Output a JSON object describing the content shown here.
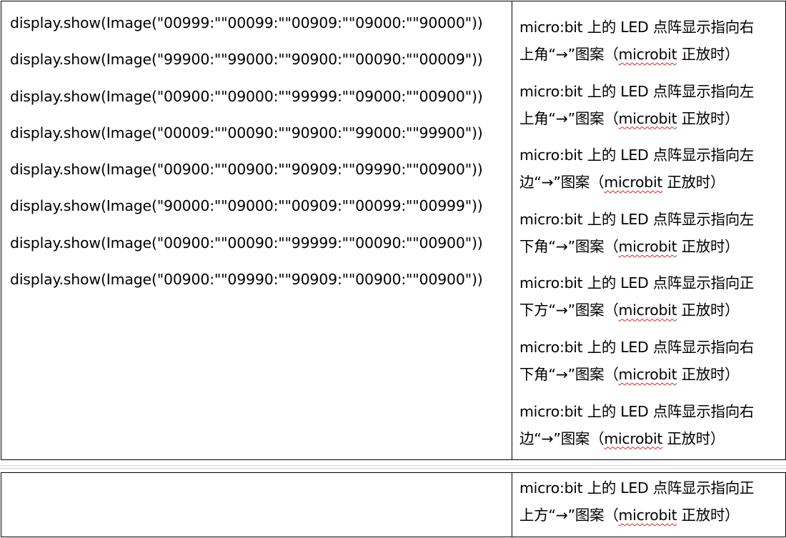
{
  "code_lines": [
    "display.show(Image(\"00999:\"\"00099:\"\"00909:\"\"09000:\"\"90000\"))",
    "display.show(Image(\"99900:\"\"99000:\"\"90900:\"\"00090:\"\"00009\"))",
    "display.show(Image(\"00900:\"\"09000:\"\"99999:\"\"09000:\"\"00900\"))",
    "display.show(Image(\"00009:\"\"00090:\"\"90900:\"\"99000:\"\"99900\"))",
    "display.show(Image(\"00900:\"\"00900:\"\"90909:\"\"09990:\"\"00900\"))",
    "display.show(Image(\"90000:\"\"09000:\"\"00909:\"\"00099:\"\"00999\"))",
    "display.show(Image(\"00900:\"\"00090:\"\"99999:\"\"00090:\"\"00900\"))",
    "display.show(Image(\"00900:\"\"09990:\"\"90909:\"\"00900:\"\"00900\"))"
  ],
  "descriptions": [
    {
      "line1": "micro:bit 上的 LED 点阵显示指向右",
      "line2_pre": "上角“→”图案（",
      "line2_word": "microbit",
      "line2_post": " 正放时）"
    },
    {
      "line1": "micro:bit 上的 LED 点阵显示指向左",
      "line2_pre": "上角“→”图案（",
      "line2_word": "microbit",
      "line2_post": " 正放时）"
    },
    {
      "line1": "micro:bit 上的 LED 点阵显示指向左",
      "line2_pre": "边“→”图案（",
      "line2_word": "microbit",
      "line2_post": " 正放时）"
    },
    {
      "line1": "micro:bit 上的 LED 点阵显示指向左",
      "line2_pre": "下角“→”图案（",
      "line2_word": "microbit",
      "line2_post": " 正放时）"
    },
    {
      "line1": "micro:bit 上的 LED 点阵显示指向正",
      "line2_pre": "下方“→”图案（",
      "line2_word": "microbit",
      "line2_post": " 正放时）"
    },
    {
      "line1": "micro:bit 上的 LED 点阵显示指向右",
      "line2_pre": "下角“→”图案（",
      "line2_word": "microbit",
      "line2_post": " 正放时）"
    },
    {
      "line1": "micro:bit 上的 LED 点阵显示指向右",
      "line2_pre": "边“→”图案（",
      "line2_word": "microbit",
      "line2_post": " 正放时）"
    }
  ],
  "continued_description": {
    "line1": "micro:bit 上的 LED 点阵显示指向正",
    "line2_pre": "上方“→”图案（",
    "line2_word": "microbit",
    "line2_post": " 正放时）"
  }
}
